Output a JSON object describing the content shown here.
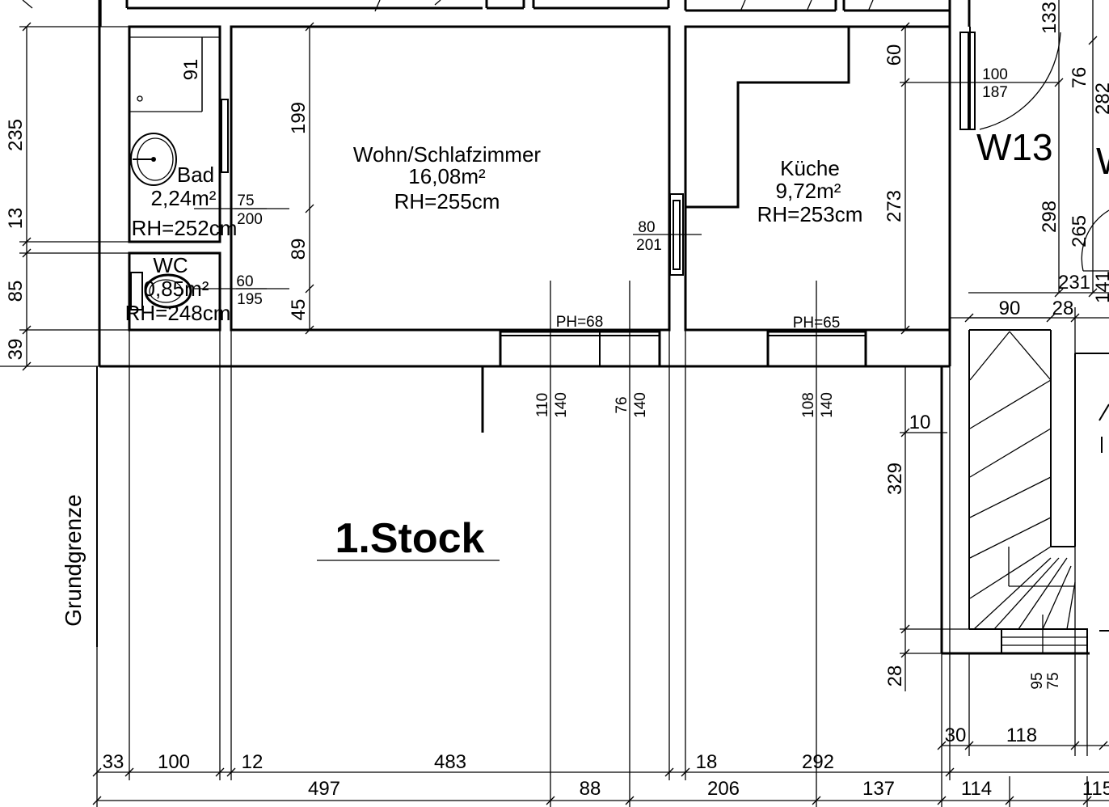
{
  "plan_title": "1.Stock",
  "boundary_label": "Grundgrenze",
  "rooms": {
    "wohn": {
      "name": "Wohn/Schlafzimmer",
      "area": "16,08m²",
      "height": "RH=255cm"
    },
    "kueche": {
      "name": "Küche",
      "area": "9,72m²",
      "height": "RH=253cm"
    },
    "bad": {
      "name": "Bad",
      "area": "2,24m²",
      "height": "RH=252cm"
    },
    "wc": {
      "name": "WC",
      "area": "0,85m²",
      "height": "RH=248cm"
    }
  },
  "window_label": "W13",
  "window_label_partial": "W",
  "parapets": {
    "wohn": "PH=68",
    "kueche": "PH=65"
  },
  "openings": {
    "bad_door": {
      "w": "75",
      "h": "200"
    },
    "wc_door": {
      "w": "60",
      "h": "195"
    },
    "kueche_door": {
      "w": "80",
      "h": "201"
    },
    "stair_door": {
      "w": "100",
      "h": "187"
    },
    "win1": {
      "a": "110",
      "b": "140"
    },
    "win2": {
      "a": "76",
      "b": "140"
    },
    "win3": {
      "a": "108",
      "b": "140"
    },
    "stair_small": {
      "a": "95",
      "b": "75"
    }
  },
  "dims": {
    "left_235": "235",
    "left_13": "13",
    "left_85": "85",
    "left_39": "39",
    "bad_91": "91",
    "wohn_199": "199",
    "wohn_89": "89",
    "wohn_45": "45",
    "kueche_60": "60",
    "kueche_273": "273",
    "right_133": "133",
    "right_76": "76",
    "right_282": "282",
    "right_298": "298",
    "right_265": "265",
    "right_231": "231",
    "right_141": "141",
    "stair_90": "90",
    "stair_28": "28",
    "right_10": "10",
    "right_329": "329",
    "right_28b": "28",
    "b_33": "33",
    "b_100": "100",
    "b_12": "12",
    "b_483": "483",
    "b_18": "18",
    "b_292": "292",
    "b_30": "30",
    "b_118": "118",
    "c_497": "497",
    "c_88": "88",
    "c_206": "206",
    "c_137": "137",
    "c_114": "114",
    "c_115": "115"
  }
}
